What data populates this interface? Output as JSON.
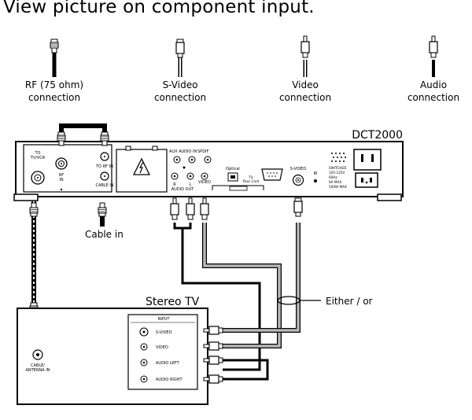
{
  "title": "View picture on component input.",
  "legend": {
    "rf": {
      "line1": "RF (75 ohm)",
      "line2": "connection",
      "icon": "f-connector-icon"
    },
    "svideo": {
      "line1": "S-Video",
      "line2": "connection",
      "icon": "svideo-plug-icon"
    },
    "video": {
      "line1": "Video",
      "line2": "connection",
      "icon": "rca-plug-icon"
    },
    "audio": {
      "line1": "Audio",
      "line2": "connection",
      "icon": "rca-plug-icon"
    }
  },
  "receiver": {
    "model": "DCT2000",
    "to_tv_vcr": [
      "TO",
      "TV/VCR"
    ],
    "rf_in": [
      "RF",
      "IN"
    ],
    "to_rf_in": "TO RF IN",
    "cable_in": "CABLE IN",
    "aux_audio_in": "AUX AUDIO IN",
    "spdif": "SPDIF",
    "r": "R",
    "l": "L",
    "audio_out": "AUDIO OUT",
    "video": "VIDEO",
    "optical": "Optical",
    "tv_pass_card": [
      "TV",
      "Pass Card"
    ],
    "svideo": "S-VIDEO",
    "ir": "IR",
    "power_spec": [
      "SWITCHED",
      "105-125V",
      "60Hz",
      "6A MAX",
      "500W MAX"
    ]
  },
  "cable_in_label": "Cable in",
  "tv": {
    "title": "Stereo TV",
    "input_header": "INPUT",
    "inputs": [
      "S-VIDEO",
      "VIDEO",
      "AUDIO LEFT",
      "AUDIO RIGHT"
    ],
    "antenna": [
      "CABLE/",
      "ANTENNA IN"
    ]
  },
  "either_or": "Either / or"
}
